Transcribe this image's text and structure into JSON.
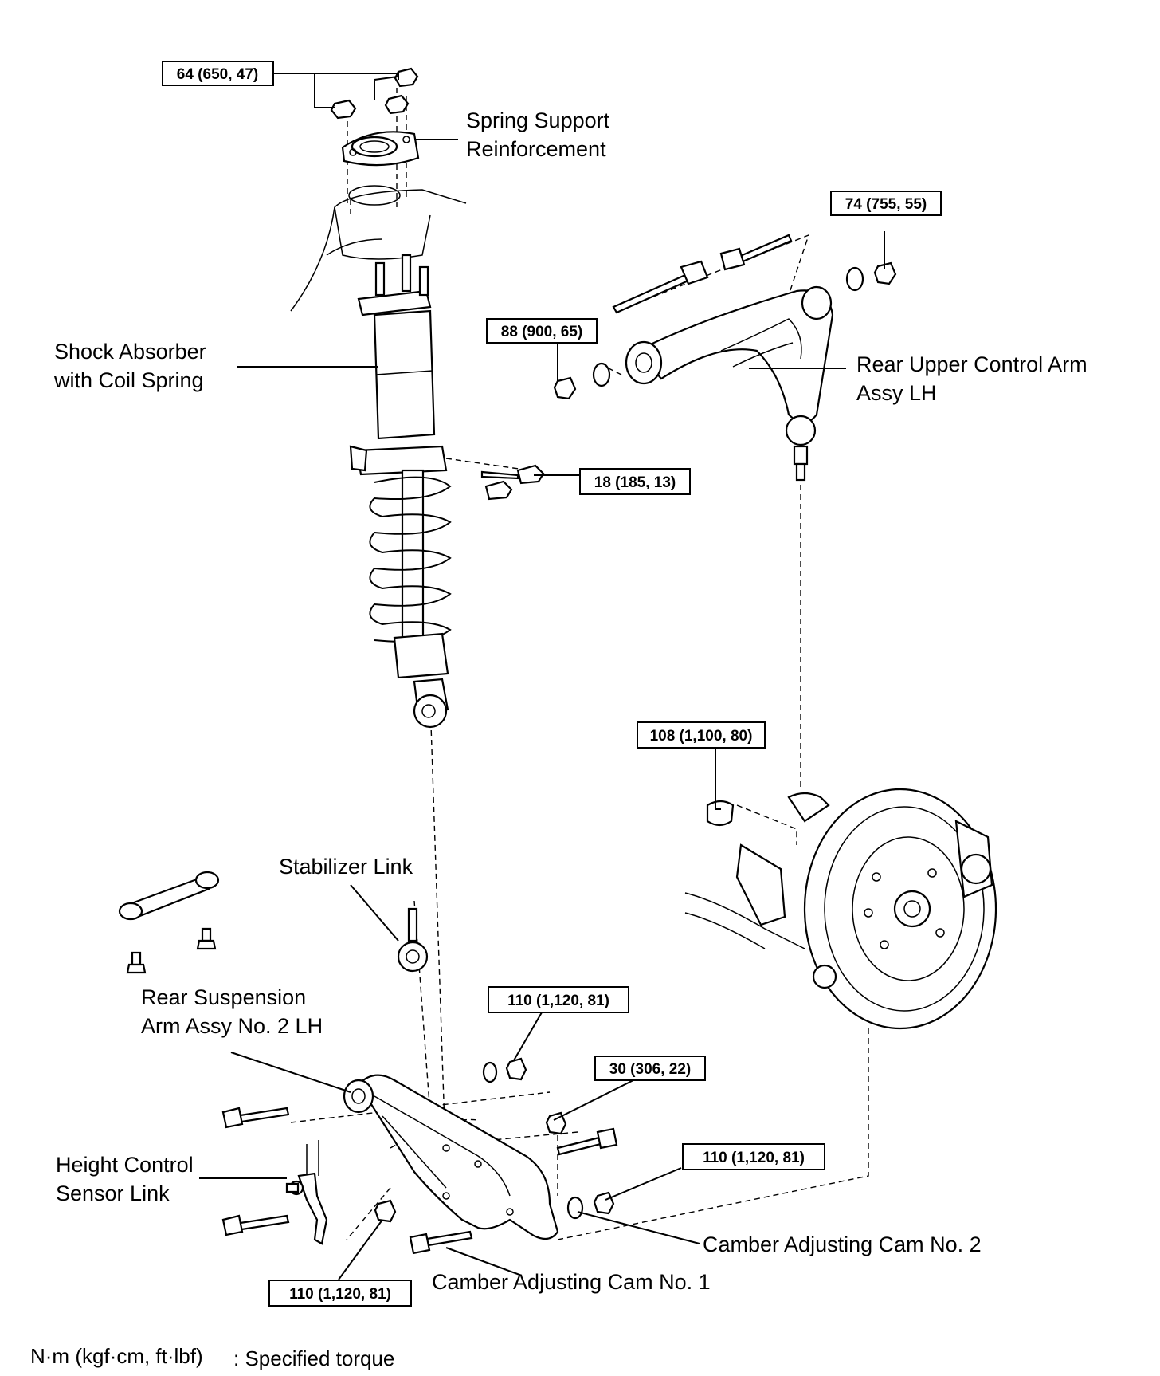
{
  "labels": {
    "spring_support": [
      "Spring Support",
      "Reinforcement"
    ],
    "shock_absorber": [
      "Shock Absorber",
      "with Coil Spring"
    ],
    "upper_arm": [
      "Rear Upper Control Arm",
      "Assy LH"
    ],
    "stabilizer_link": "Stabilizer Link",
    "suspension_arm": [
      "Rear Suspension",
      "Arm Assy No. 2 LH"
    ],
    "height_sensor": [
      "Height Control",
      "Sensor Link"
    ],
    "camber_cam_2": "Camber Adjusting Cam No. 2",
    "camber_cam_1": "Camber Adjusting Cam No. 1"
  },
  "torques": {
    "t64": "64 (650, 47)",
    "t74": "74 (755, 55)",
    "t88": "88 (900, 65)",
    "t18": "18 (185, 13)",
    "t108": "108 (1,100, 80)",
    "t110_a": "110 (1,120, 81)",
    "t30": "30 (306, 22)",
    "t110_b": "110 (1,120, 81)",
    "t110_c": "110 (1,120, 81)"
  },
  "legend": {
    "units": "N·m (kgf·cm, ft·lbf)",
    "meaning": ": Specified torque"
  }
}
